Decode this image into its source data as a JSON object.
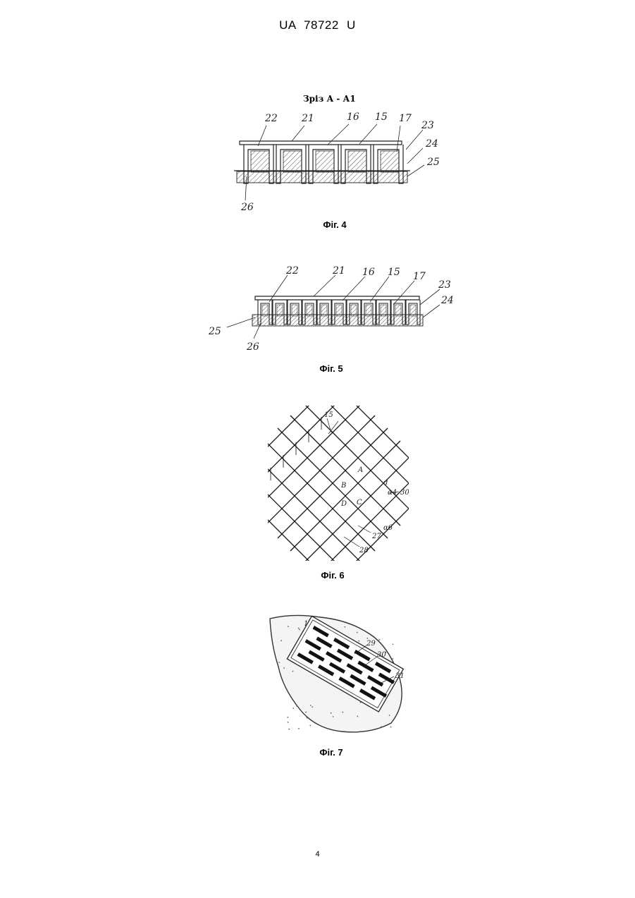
{
  "header": {
    "doc_number": "UA  78722  U"
  },
  "fig4": {
    "section_title": "Зріз А - А1",
    "caption": "Фіг. 4",
    "labels": [
      "22",
      "21",
      "16",
      "15",
      "17",
      "23",
      "24",
      "25",
      "26"
    ]
  },
  "fig5": {
    "caption": "Фіг. 5",
    "labels": [
      "22",
      "21",
      "16",
      "15",
      "17",
      "23",
      "24",
      "25",
      "26"
    ]
  },
  "fig6": {
    "caption": "Фіг. 6",
    "labels": [
      "15",
      "27",
      "28",
      "30",
      "A",
      "B",
      "C",
      "D",
      "α6",
      "α4",
      "d"
    ]
  },
  "fig7": {
    "caption": "Фіг. 7",
    "labels": [
      "29",
      "30",
      "31",
      "1"
    ]
  },
  "footer": {
    "page_number": "4"
  }
}
